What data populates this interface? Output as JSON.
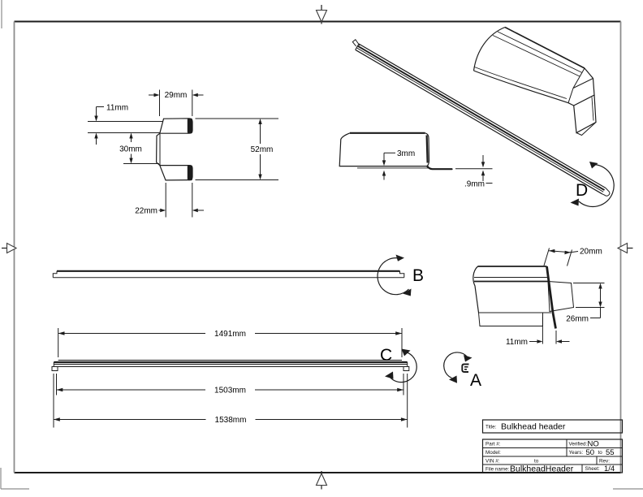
{
  "sheet": {
    "views": {
      "section": {
        "dim_top_width": "29mm",
        "dim_top_offset": "11mm",
        "dim_web_height": "30mm",
        "dim_overall_height": "52mm",
        "dim_bottom_width": "22mm"
      },
      "lip": {
        "dim_drop": "3mm",
        "dim_thickness": ".9mm"
      },
      "end": {
        "dim_tab_width": "20mm",
        "dim_tab_height": "26mm",
        "dim_offset": "11mm"
      },
      "lengths": {
        "dim_inner": "1491mm",
        "dim_mid": "1503mm",
        "dim_overall": "1538mm"
      },
      "labels": {
        "detail_a": "A",
        "view_b": "B",
        "view_c": "C",
        "view_d": "D"
      }
    },
    "title_block": {
      "title_label": "Title:",
      "title_value": "Bulkhead header",
      "part_label": "Part #:",
      "part_value": "",
      "verified_label": "Verified:",
      "verified_value": "NO",
      "model_label": "Model:",
      "model_value": "",
      "years_label": "Years:",
      "years_from": "50",
      "years_to_word": "to",
      "years_to": "55",
      "vin_label": "VIN #:",
      "vin_to_word": "to",
      "vin_value": "",
      "rev_label": "Rev:",
      "rev_value": "",
      "file_label": "File name:",
      "file_value": "BulkheadHeader",
      "sheet_label": "Sheet:",
      "sheet_value": "1/4"
    }
  }
}
